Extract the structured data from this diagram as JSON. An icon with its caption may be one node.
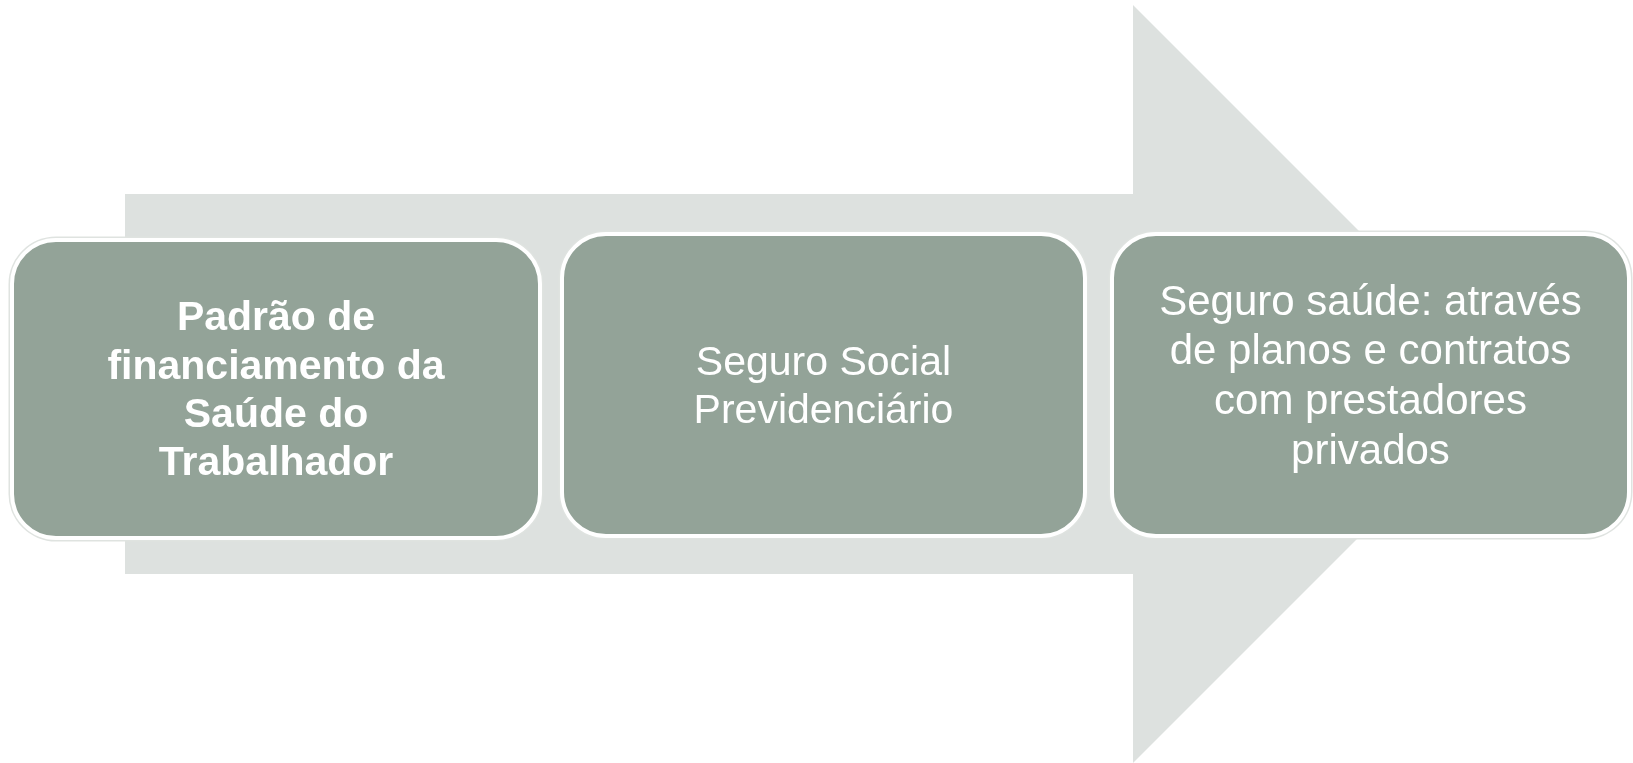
{
  "diagram": {
    "nodes": [
      {
        "text": [
          "Padrão de financiamento da Saúde do Trabalhador"
        ]
      },
      {
        "text": [
          "Seguro Social Previdenciário"
        ]
      },
      {
        "text": [
          "Seguro saúde: através de planos e contratos com prestadores privados"
        ]
      }
    ],
    "edges": [
      {
        "from": 0,
        "to": 2,
        "arrow": "to"
      }
    ]
  }
}
